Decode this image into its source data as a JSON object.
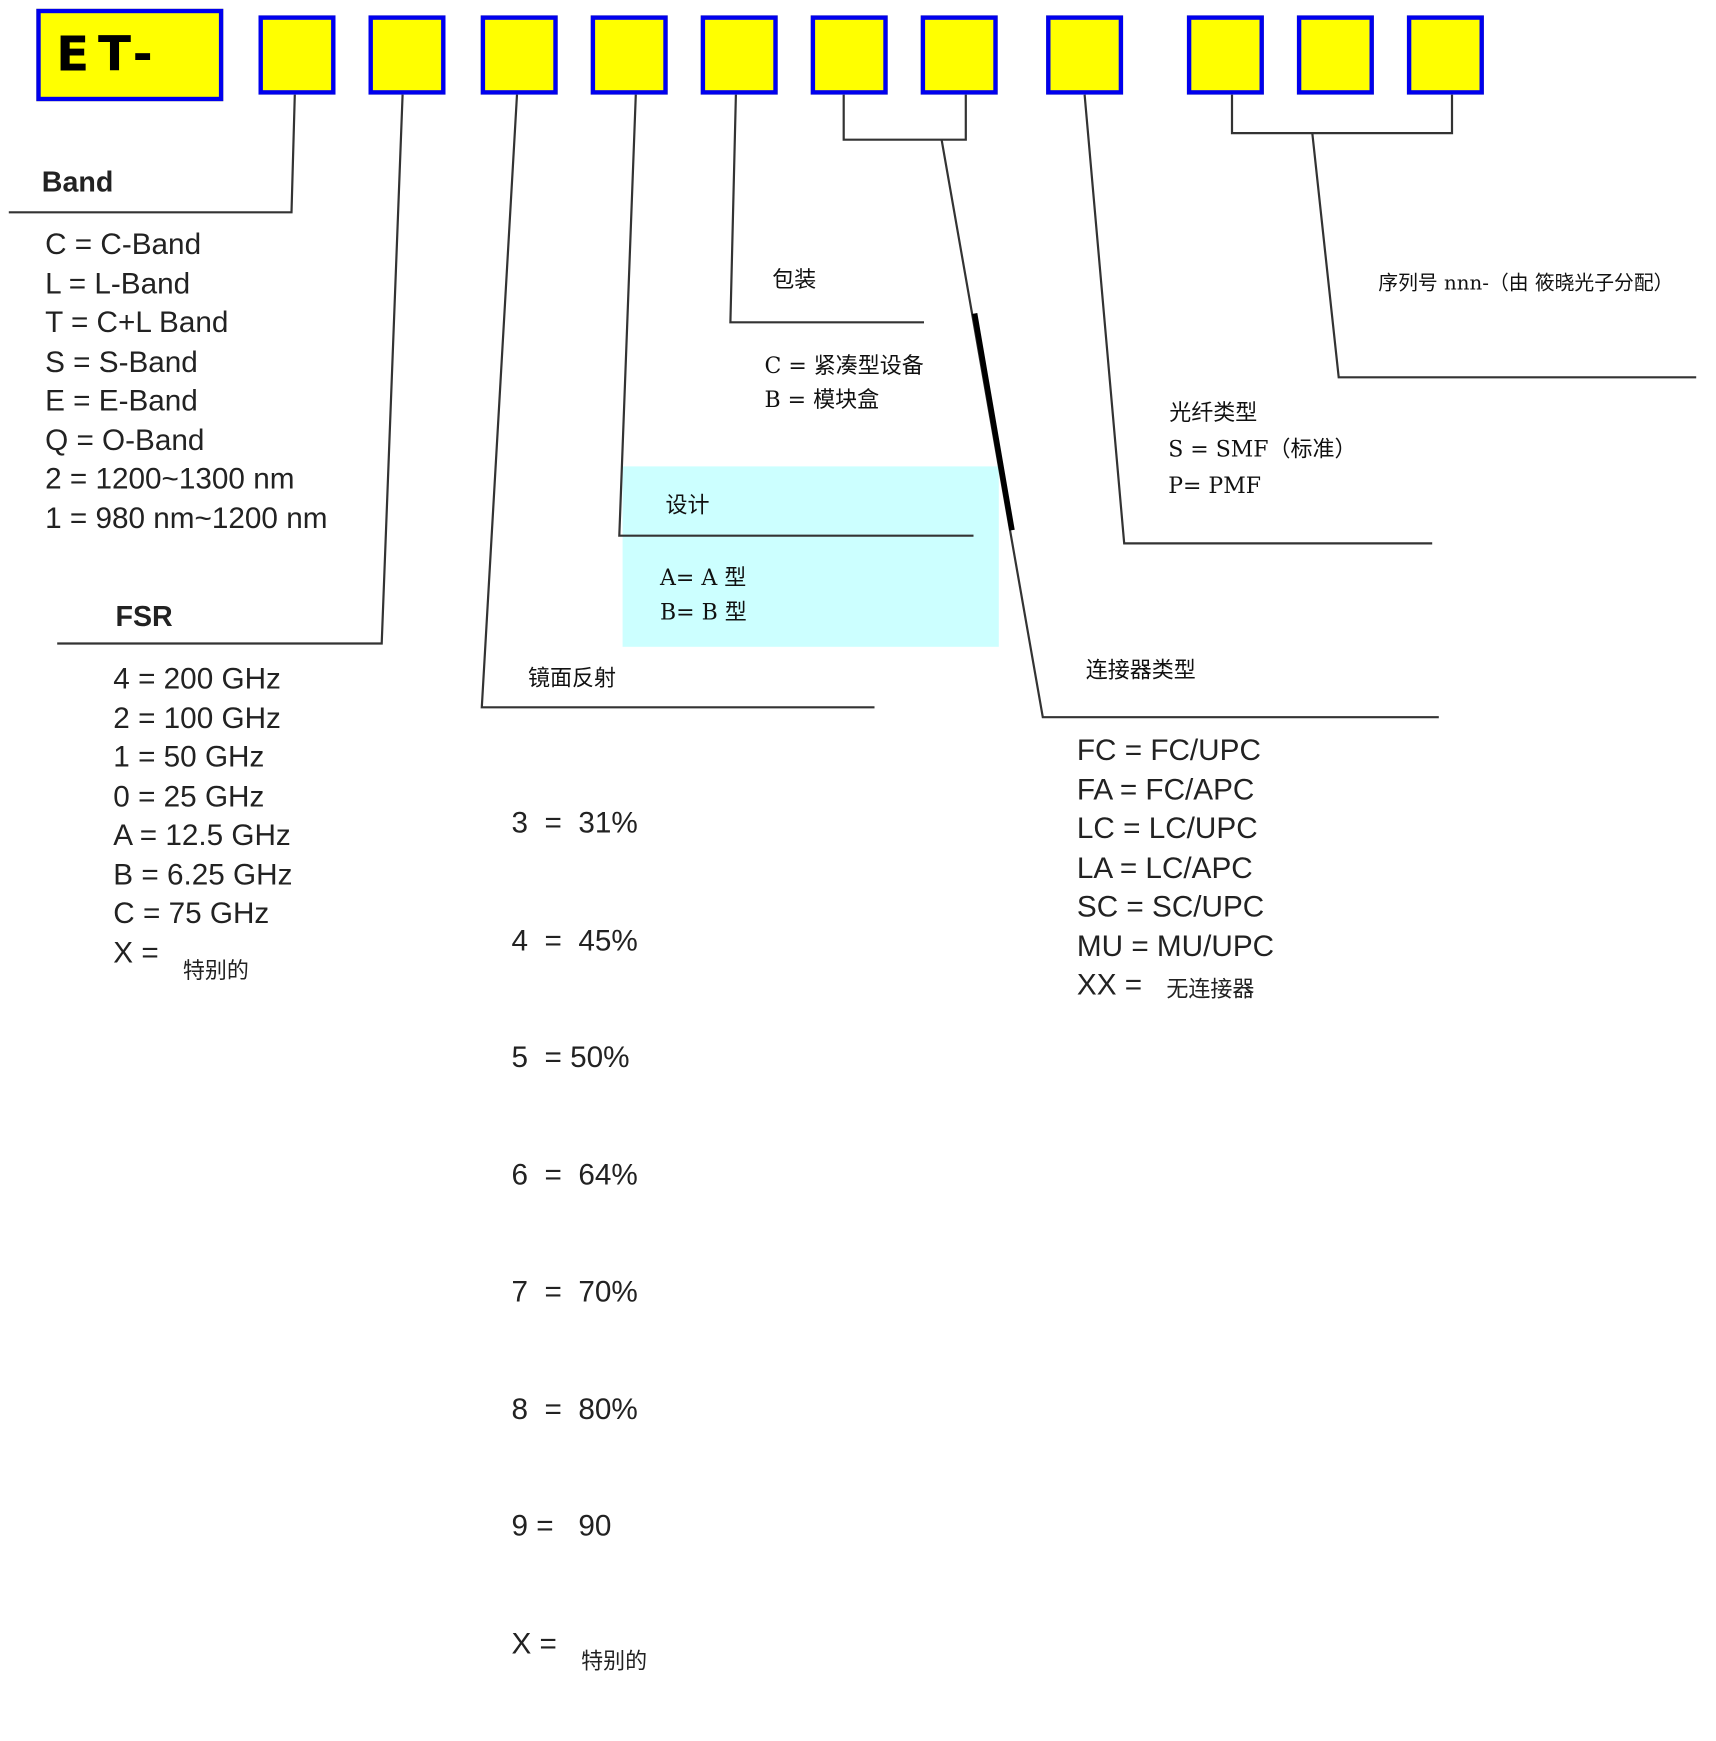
{
  "prefix": "ET-",
  "band": {
    "title": "Band",
    "items": [
      "C = C-Band",
      "L = L-Band",
      "T = C+L Band",
      "S = S-Band",
      "E = E-Band",
      "Q = O-Band",
      "2 = 1200~1300 nm",
      "1 = 980 nm~1200 nm"
    ]
  },
  "fsr": {
    "title": "FSR",
    "items": [
      "4 = 200 GHz",
      "2 = 100 GHz",
      "1 = 50 GHz",
      "0 = 25 GHz",
      "A = 12.5 GHz",
      "B = 6.25 GHz",
      "C = 75 GHz"
    ],
    "special_code": "X =",
    "special_meaning": "特别的"
  },
  "mirror": {
    "title": "镜面反射",
    "items": [
      "3  =  31%",
      "4  =  45%",
      "5  = 50%",
      "6  =  64%",
      "7  =  70%",
      "8  =  80%",
      "9 =   90"
    ],
    "special_code": "X =",
    "special_meaning": "特别的"
  },
  "design": {
    "title": "设计",
    "items": [
      "A= A 型",
      "B= B 型"
    ],
    "highlight_color": "#ccffff"
  },
  "package": {
    "title": "包装",
    "items": [
      "C = 紧凑型设备",
      "B = 模块盒"
    ]
  },
  "connector": {
    "title": "连接器类型",
    "items": [
      "FC = FC/UPC",
      "FA = FC/APC",
      "LC = LC/UPC",
      "LA = LC/APC",
      "SC = SC/UPC",
      "MU = MU/UPC"
    ],
    "special_code": "XX =",
    "special_meaning": "无连接器"
  },
  "fiber": {
    "title": "光纤类型",
    "items": [
      "S = SMF（标准）",
      "P= PMF"
    ]
  },
  "serial": {
    "title": "序列号 nnn-（由 筱晓光子分配）"
  },
  "colors": {
    "box_fill": "#ffff00",
    "box_border": "#0000ee"
  }
}
